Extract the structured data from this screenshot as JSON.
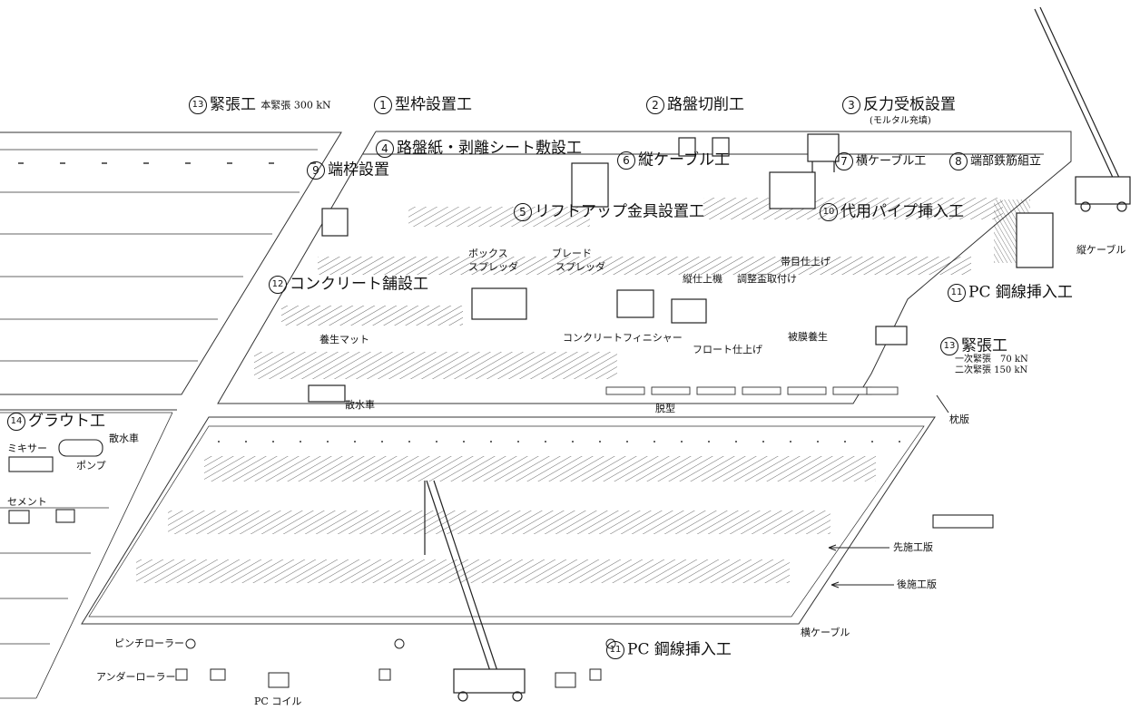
{
  "labels": {
    "l13a": {
      "num": "13",
      "text": "緊張工",
      "sub": "本緊張 300 kN"
    },
    "l1": {
      "num": "1",
      "text": "型枠設置工"
    },
    "l2": {
      "num": "2",
      "text": "路盤切削工"
    },
    "l3": {
      "num": "3",
      "text": "反力受板設置",
      "sub": "(モルタル充填)"
    },
    "l4": {
      "num": "4",
      "text": "路盤紙・剥離シート敷設工"
    },
    "l9": {
      "num": "9",
      "text": "端枠設置"
    },
    "l6": {
      "num": "6",
      "text": "縦ケーブル工"
    },
    "l7": {
      "num": "7",
      "text": "横ケーブル工"
    },
    "l8": {
      "num": "8",
      "text": "端部鉄筋組立"
    },
    "l5": {
      "num": "5",
      "text": "リフトアップ金具設置工"
    },
    "l10": {
      "num": "10",
      "text": "代用パイプ挿入工"
    },
    "l12": {
      "num": "12",
      "text": "コンクリート舗設工"
    },
    "l11a": {
      "num": "11",
      "text": "PC 鋼線挿入工"
    },
    "l13b": {
      "num": "13",
      "text": "緊張工",
      "sub1": "一次緊張　70 kN",
      "sub2": "二次緊張 150 kN"
    },
    "l14": {
      "num": "14",
      "text": "グラウト工"
    },
    "l11b": {
      "num": "11",
      "text": "PC 鋼線挿入工"
    }
  },
  "notes": {
    "box_spreader_1": "ボックス",
    "box_spreader_2": "スプレッダ",
    "blade_spreader_1": "ブレード",
    "blade_spreader_2": "スプレッダ",
    "tatesiage": "縦仕上機",
    "chosei": "調整盃取付け",
    "obime": "帯目仕上げ",
    "tate_cable": "縦ケーブル",
    "yojo_mat": "養生マット",
    "finisher": "コンクリートフィニシャー",
    "float": "フロート仕上げ",
    "himaku": "被膜養生",
    "sansuisha_mid": "散水車",
    "dakei": "脱型",
    "makuraban": "枕版",
    "mixer": "ミキサー",
    "sansuisha_left": "散水車",
    "pump": "ポンプ",
    "cement": "セメント",
    "sensekoban": "先施工版",
    "atosekoban": "後施工版",
    "yoko_cable": "横ケーブル",
    "pinch": "ピンチローラー",
    "under": "アンダーローラー",
    "pc_coil": "PC コイル"
  }
}
